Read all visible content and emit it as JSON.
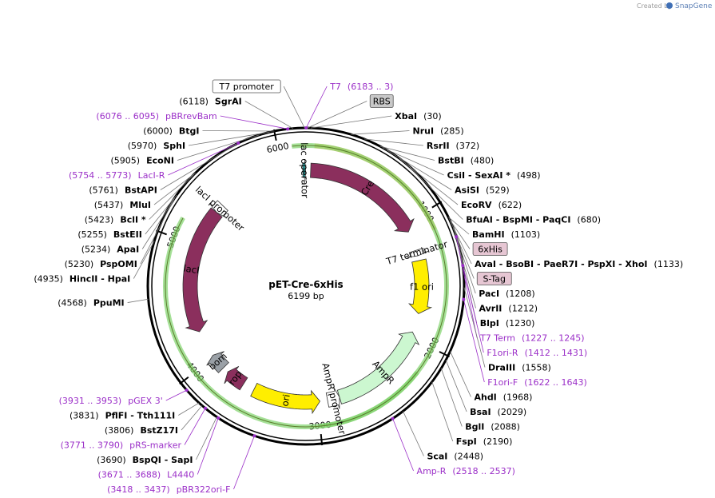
{
  "header": {
    "created_by": "Created by",
    "brand": "SnapGene",
    "logo_color": "#3f6fb5"
  },
  "plasmid": {
    "name": "pET-Cre-6xHis",
    "size": "6199 bp",
    "length": 6199,
    "ticks": [
      {
        "pos": 1000,
        "label": "1000"
      },
      {
        "pos": 2000,
        "label": "2000"
      },
      {
        "pos": 3000,
        "label": "3000"
      },
      {
        "pos": 4000,
        "label": "4000"
      },
      {
        "pos": 5000,
        "label": "5000"
      },
      {
        "pos": 6000,
        "label": "6000"
      }
    ]
  },
  "sites": [
    {
      "pos": 30,
      "text": "XbaI",
      "num": "(30)"
    },
    {
      "pos": 285,
      "text": "NruI",
      "num": "(285)"
    },
    {
      "pos": 372,
      "text": "RsrII",
      "num": "(372)"
    },
    {
      "pos": 480,
      "text": "BstBI",
      "num": "(480)"
    },
    {
      "pos": 498,
      "text": "CsiI  - SexAI *",
      "num": "(498)"
    },
    {
      "pos": 529,
      "text": "AsiSI",
      "num": "(529)"
    },
    {
      "pos": 622,
      "text": "EcoRV",
      "num": "(622)"
    },
    {
      "pos": 680,
      "text": "BfuAI  - BspMI  - PaqCI",
      "num": "(680)"
    },
    {
      "pos": 1103,
      "text": "BamHI",
      "num": "(1103)"
    },
    {
      "pos": 1133,
      "text": "AvaI  - BsoBI  - PaeR7I  - PspXI  - XhoI",
      "num": "(1133)"
    },
    {
      "pos": 1208,
      "text": "PacI",
      "num": "(1208)"
    },
    {
      "pos": 1212,
      "text": "AvrII",
      "num": "(1212)"
    },
    {
      "pos": 1230,
      "text": "BlpI",
      "num": "(1230)"
    },
    {
      "pos": 1558,
      "text": "DraIII",
      "num": "(1558)"
    },
    {
      "pos": 1968,
      "text": "AhdI",
      "num": "(1968)"
    },
    {
      "pos": 2029,
      "text": "BsaI",
      "num": "(2029)"
    },
    {
      "pos": 2088,
      "text": "BglI",
      "num": "(2088)"
    },
    {
      "pos": 2190,
      "text": "FspI",
      "num": "(2190)"
    },
    {
      "pos": 2448,
      "text": "ScaI",
      "num": "(2448)"
    },
    {
      "pos": 3690,
      "text": "BspQI  - SapI",
      "num": "(3690)"
    },
    {
      "pos": 3806,
      "text": "BstZ17I",
      "num": "(3806)"
    },
    {
      "pos": 3831,
      "text": "PflFI  - Tth111I",
      "num": "(3831)"
    },
    {
      "pos": 4568,
      "text": "PpuMI",
      "num": "(4568)"
    },
    {
      "pos": 4935,
      "text": "HincII  - HpaI",
      "num": "(4935)"
    },
    {
      "pos": 5230,
      "text": "PspOMI",
      "num": "(5230)"
    },
    {
      "pos": 5234,
      "text": "ApaI",
      "num": "(5234)"
    },
    {
      "pos": 5255,
      "text": "BstEII",
      "num": "(5255)"
    },
    {
      "pos": 5423,
      "text": "BclI *",
      "num": "(5423)"
    },
    {
      "pos": 5437,
      "text": "MluI",
      "num": "(5437)"
    },
    {
      "pos": 5761,
      "text": "BstAPI",
      "num": "(5761)"
    },
    {
      "pos": 5905,
      "text": "EcoNI",
      "num": "(5905)"
    },
    {
      "pos": 5970,
      "text": "SphI",
      "num": "(5970)"
    },
    {
      "pos": 6000,
      "text": "BtgI",
      "num": "(6000)"
    },
    {
      "pos": 6118,
      "text": "SgrAI",
      "num": "(6118)"
    }
  ],
  "primers": [
    {
      "pos": 1236,
      "text": "T7 Term",
      "range": "(1227 .. 1245)"
    },
    {
      "pos": 1421,
      "text": "F1ori-R",
      "range": "(1412 .. 1431)"
    },
    {
      "pos": 1632,
      "text": "F1ori-F",
      "range": "(1622 .. 1643)"
    },
    {
      "pos": 2527,
      "text": "Amp-R",
      "range": "(2518 .. 2537)"
    },
    {
      "pos": 3427,
      "text": "pBR322ori-F",
      "range": "(3418 .. 3437)"
    },
    {
      "pos": 3679,
      "text": "L4440",
      "range": "(3671 .. 3688)"
    },
    {
      "pos": 3780,
      "text": "pRS-marker",
      "range": "(3771 .. 3790)"
    },
    {
      "pos": 3942,
      "text": "pGEX 3'",
      "range": "(3931 .. 3953)"
    },
    {
      "pos": 5763,
      "text": "LacI-R",
      "range": "(5754 .. 5773)"
    },
    {
      "pos": 6085,
      "text": "pBRrevBam",
      "range": "(6076 .. 6095)"
    },
    {
      "pos": 1,
      "text": "T7",
      "range": "(6183 .. 3)"
    }
  ],
  "boxed_features": [
    {
      "pos": 6190,
      "text": "T7 promoter",
      "style": "outline"
    },
    {
      "pos": 10,
      "text": "RBS",
      "style": "grey"
    },
    {
      "pos": 1115,
      "text": "6xHis",
      "style": "pink"
    },
    {
      "pos": 1180,
      "text": "S-Tag",
      "style": "pink"
    }
  ],
  "features": [
    {
      "name": "Cre",
      "label": "Cre",
      "start": 40,
      "end": 1070,
      "color": "#8b2f5d",
      "labelColor": "#ffffff"
    },
    {
      "name": "lac operator",
      "label": "lac operator",
      "start": 6172,
      "end": 6196,
      "color": "#2a9d9d"
    },
    {
      "name": "T7 terminator",
      "label": "T7 terminator",
      "start": 1240,
      "end": 1288,
      "color": "#ffffff"
    },
    {
      "name": "f1 ori",
      "label": "f1 ori",
      "start": 1330,
      "end": 1786,
      "color": "#ffee00"
    },
    {
      "name": "AmpR",
      "label": "AmpR",
      "start": 2810,
      "end": 1950,
      "color": "#ccf7d0"
    },
    {
      "name": "AmpR promoter",
      "label": "AmpR promoter",
      "start": 2915,
      "end": 2810,
      "color": "#ffffff"
    },
    {
      "name": "ori",
      "label": "ori",
      "start": 3560,
      "end": 2980,
      "color": "#ffee00"
    },
    {
      "name": "rop",
      "label": "rop",
      "start": 3660,
      "end": 3830,
      "color": "#8b2f5d"
    },
    {
      "name": "bom",
      "label": "bom",
      "start": 3880,
      "end": 4020,
      "color": "#9aa0a6"
    },
    {
      "name": "lacI",
      "label": "lacI",
      "start": 5330,
      "end": 4250,
      "color": "#8b2f5d",
      "labelColor": "#ffffff"
    },
    {
      "name": "lacI promoter",
      "label": "lacI promoter",
      "start": 5408,
      "end": 5330,
      "color": "#ffffff"
    }
  ],
  "outer_arcs": [
    {
      "name": "orange-transcript",
      "start": 60,
      "end": 1140,
      "color": "#f0b354"
    },
    {
      "name": "green-transcript-top",
      "start": 6100,
      "end": 5150,
      "color": "#7fd36b"
    },
    {
      "name": "green-transcript-right",
      "start": 2200,
      "end": 3000,
      "color": "#7fd36b"
    }
  ]
}
